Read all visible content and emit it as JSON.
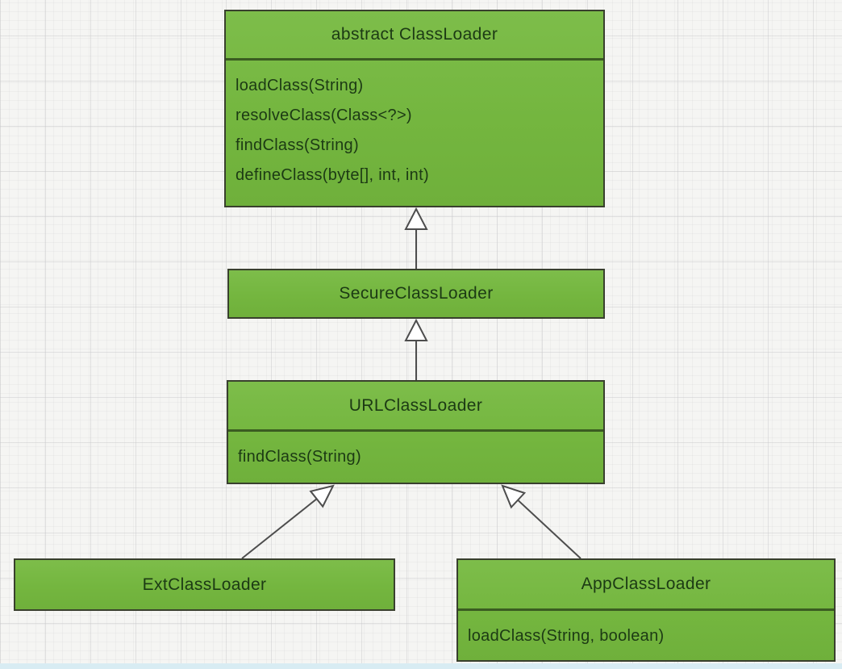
{
  "classes": [
    {
      "name": "abstract ClassLoader",
      "methods": [
        "loadClass(String)",
        "resolveClass(Class<?>)",
        "findClass(String)",
        "defineClass(byte[], int, int)"
      ]
    },
    {
      "name": "SecureClassLoader",
      "methods": []
    },
    {
      "name": "URLClassLoader",
      "methods": [
        "findClass(String)"
      ]
    },
    {
      "name": "ExtClassLoader",
      "methods": []
    },
    {
      "name": "AppClassLoader",
      "methods": [
        "loadClass(String, boolean)"
      ]
    }
  ],
  "relations": [
    {
      "from": "SecureClassLoader",
      "to": "abstract ClassLoader",
      "type": "inheritance"
    },
    {
      "from": "URLClassLoader",
      "to": "SecureClassLoader",
      "type": "inheritance"
    },
    {
      "from": "ExtClassLoader",
      "to": "URLClassLoader",
      "type": "inheritance"
    },
    {
      "from": "AppClassLoader",
      "to": "URLClassLoader",
      "type": "inheritance"
    }
  ],
  "colors": {
    "box_fill": "#74b63f",
    "box_border": "#39402e",
    "separator": "#3a5c21",
    "text": "#1c3a14",
    "arrow": "#4d4d4d",
    "arrowhead_fill": "#ffffff",
    "background": "#f5f5f3",
    "grid_line": "#cacacc",
    "bottom_strip": "#d8ecf3"
  }
}
